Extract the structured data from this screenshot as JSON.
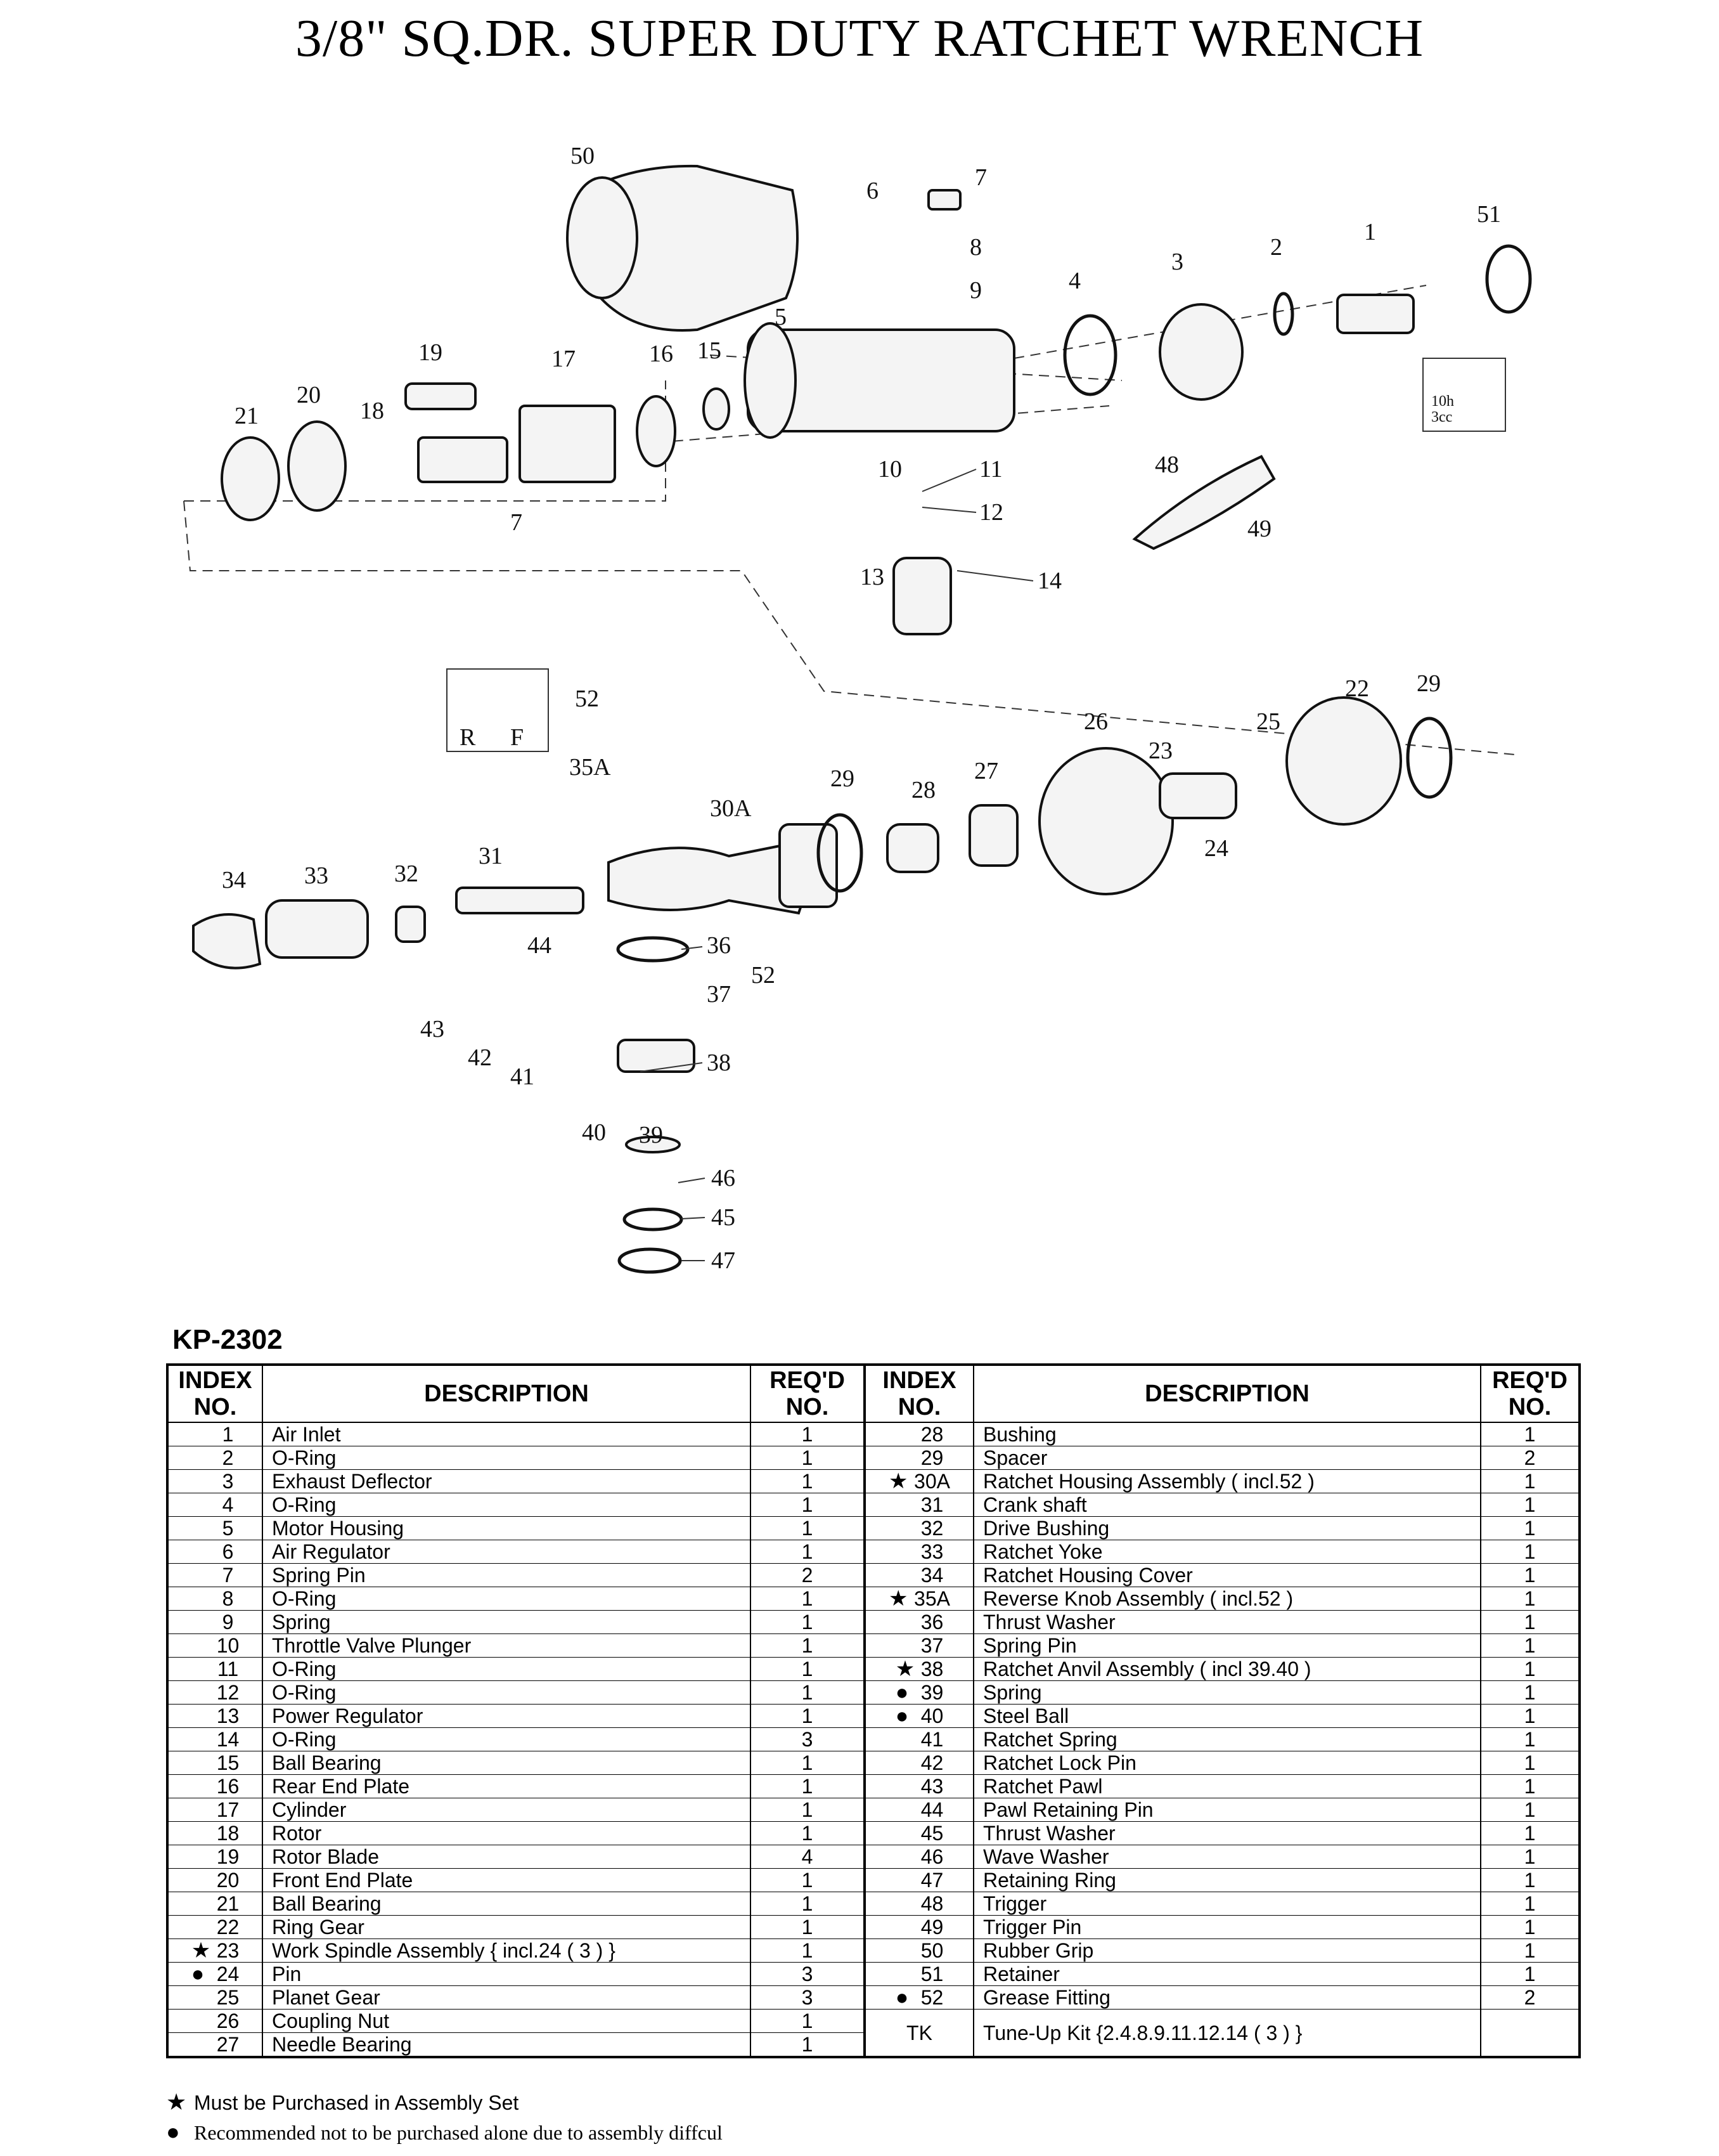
{
  "title": "3/8\" SQ.DR. SUPER DUTY RATCHET WRENCH",
  "model": "KP-2302",
  "diagram": {
    "callouts": [
      "50",
      "6",
      "7",
      "8",
      "9",
      "51",
      "1",
      "2",
      "3",
      "4",
      "5",
      "19",
      "17",
      "16",
      "15",
      "20",
      "18",
      "21",
      "7",
      "10",
      "11",
      "12",
      "48",
      "49",
      "13",
      "14",
      "52",
      "35A",
      "26",
      "25",
      "22",
      "29",
      "23",
      "29",
      "28",
      "27",
      "30A",
      "24",
      "34",
      "33",
      "32",
      "31",
      "44",
      "36",
      "52",
      "37",
      "43",
      "42",
      "41",
      "38",
      "40",
      "39",
      "46",
      "45",
      "47"
    ],
    "inset_letters": [
      "R",
      "F"
    ],
    "inset_note_1": "10h",
    "inset_note_2": "3cc"
  },
  "table": {
    "headers": {
      "index_1": "INDEX",
      "index_2": "NO.",
      "desc": "DESCRIPTION",
      "req_1": "REQ'D",
      "req_2": "NO."
    },
    "rows": [
      {
        "l_mark": "",
        "l_no": "1",
        "l_desc": "Air Inlet",
        "l_qty": "1",
        "r_mark": "",
        "r_no": "28",
        "r_desc": "Bushing",
        "r_qty": "1"
      },
      {
        "l_mark": "",
        "l_no": "2",
        "l_desc": "O-Ring",
        "l_qty": "1",
        "r_mark": "",
        "r_no": "29",
        "r_desc": "Spacer",
        "r_qty": "2"
      },
      {
        "l_mark": "",
        "l_no": "3",
        "l_desc": "Exhaust Deflector",
        "l_qty": "1",
        "r_mark": "★",
        "r_no": "30A",
        "r_desc": "Ratchet Housing Assembly ( incl.52 )",
        "r_qty": "1"
      },
      {
        "l_mark": "",
        "l_no": "4",
        "l_desc": "O-Ring",
        "l_qty": "1",
        "r_mark": "",
        "r_no": "31",
        "r_desc": "Crank shaft",
        "r_qty": "1"
      },
      {
        "l_mark": "",
        "l_no": "5",
        "l_desc": "Motor Housing",
        "l_qty": "1",
        "r_mark": "",
        "r_no": "32",
        "r_desc": "Drive Bushing",
        "r_qty": "1"
      },
      {
        "l_mark": "",
        "l_no": "6",
        "l_desc": "Air Regulator",
        "l_qty": "1",
        "r_mark": "",
        "r_no": "33",
        "r_desc": "Ratchet Yoke",
        "r_qty": "1"
      },
      {
        "l_mark": "",
        "l_no": "7",
        "l_desc": "Spring Pin",
        "l_qty": "2",
        "r_mark": "",
        "r_no": "34",
        "r_desc": "Ratchet Housing Cover",
        "r_qty": "1"
      },
      {
        "l_mark": "",
        "l_no": "8",
        "l_desc": "O-Ring",
        "l_qty": "1",
        "r_mark": "★",
        "r_no": "35A",
        "r_desc": "Reverse Knob Assembly ( incl.52 )",
        "r_qty": "1"
      },
      {
        "l_mark": "",
        "l_no": "9",
        "l_desc": "Spring",
        "l_qty": "1",
        "r_mark": "",
        "r_no": "36",
        "r_desc": "Thrust Washer",
        "r_qty": "1"
      },
      {
        "l_mark": "",
        "l_no": "10",
        "l_desc": "Throttle Valve Plunger",
        "l_qty": "1",
        "r_mark": "",
        "r_no": "37",
        "r_desc": "Spring Pin",
        "r_qty": "1"
      },
      {
        "l_mark": "",
        "l_no": "11",
        "l_desc": "O-Ring",
        "l_qty": "1",
        "r_mark": "★",
        "r_no": "38",
        "r_desc": "Ratchet Anvil Assembly ( incl 39.40 )",
        "r_qty": "1"
      },
      {
        "l_mark": "",
        "l_no": "12",
        "l_desc": "O-Ring",
        "l_qty": "1",
        "r_mark": "●",
        "r_no": "39",
        "r_desc": "Spring",
        "r_qty": "1"
      },
      {
        "l_mark": "",
        "l_no": "13",
        "l_desc": "Power Regulator",
        "l_qty": "1",
        "r_mark": "●",
        "r_no": "40",
        "r_desc": "Steel Ball",
        "r_qty": "1"
      },
      {
        "l_mark": "",
        "l_no": "14",
        "l_desc": "O-Ring",
        "l_qty": "3",
        "r_mark": "",
        "r_no": "41",
        "r_desc": "Ratchet Spring",
        "r_qty": "1"
      },
      {
        "l_mark": "",
        "l_no": "15",
        "l_desc": "Ball Bearing",
        "l_qty": "1",
        "r_mark": "",
        "r_no": "42",
        "r_desc": "Ratchet Lock Pin",
        "r_qty": "1"
      },
      {
        "l_mark": "",
        "l_no": "16",
        "l_desc": "Rear End Plate",
        "l_qty": "1",
        "r_mark": "",
        "r_no": "43",
        "r_desc": "Ratchet Pawl",
        "r_qty": "1"
      },
      {
        "l_mark": "",
        "l_no": "17",
        "l_desc": "Cylinder",
        "l_qty": "1",
        "r_mark": "",
        "r_no": "44",
        "r_desc": "Pawl Retaining Pin",
        "r_qty": "1"
      },
      {
        "l_mark": "",
        "l_no": "18",
        "l_desc": "Rotor",
        "l_qty": "1",
        "r_mark": "",
        "r_no": "45",
        "r_desc": "Thrust Washer",
        "r_qty": "1"
      },
      {
        "l_mark": "",
        "l_no": "19",
        "l_desc": "Rotor Blade",
        "l_qty": "4",
        "r_mark": "",
        "r_no": "46",
        "r_desc": "Wave Washer",
        "r_qty": "1"
      },
      {
        "l_mark": "",
        "l_no": "20",
        "l_desc": "Front End Plate",
        "l_qty": "1",
        "r_mark": "",
        "r_no": "47",
        "r_desc": "Retaining Ring",
        "r_qty": "1"
      },
      {
        "l_mark": "",
        "l_no": "21",
        "l_desc": "Ball Bearing",
        "l_qty": "1",
        "r_mark": "",
        "r_no": "48",
        "r_desc": "Trigger",
        "r_qty": "1"
      },
      {
        "l_mark": "",
        "l_no": "22",
        "l_desc": "Ring Gear",
        "l_qty": "1",
        "r_mark": "",
        "r_no": "49",
        "r_desc": "Trigger Pin",
        "r_qty": "1"
      },
      {
        "l_mark": "★",
        "l_no": "23",
        "l_desc": "Work Spindle Assembly { incl.24 ( 3 ) }",
        "l_qty": "1",
        "r_mark": "",
        "r_no": "50",
        "r_desc": "Rubber Grip",
        "r_qty": "1"
      },
      {
        "l_mark": "●",
        "l_no": "24",
        "l_desc": "Pin",
        "l_qty": "3",
        "r_mark": "",
        "r_no": "51",
        "r_desc": "Retainer",
        "r_qty": "1"
      },
      {
        "l_mark": "",
        "l_no": "25",
        "l_desc": "Planet Gear",
        "l_qty": "3",
        "r_mark": "●",
        "r_no": "52",
        "r_desc": "Grease Fitting",
        "r_qty": "2"
      }
    ],
    "last_left": [
      {
        "l_no": "26",
        "l_desc": "Coupling Nut",
        "l_qty": "1"
      },
      {
        "l_no": "27",
        "l_desc": "Needle Bearing",
        "l_qty": "1"
      }
    ],
    "tk": {
      "no": "TK",
      "desc": "Tune-Up Kit {2.4.8.9.11.12.14 ( 3 ) }"
    }
  },
  "legend": {
    "star_mark": "★",
    "star_text": "Must be Purchased in Assembly Set",
    "dot_mark": "●",
    "dot_text": "Recommended not to be purchased alone due to assembly diffcul"
  }
}
